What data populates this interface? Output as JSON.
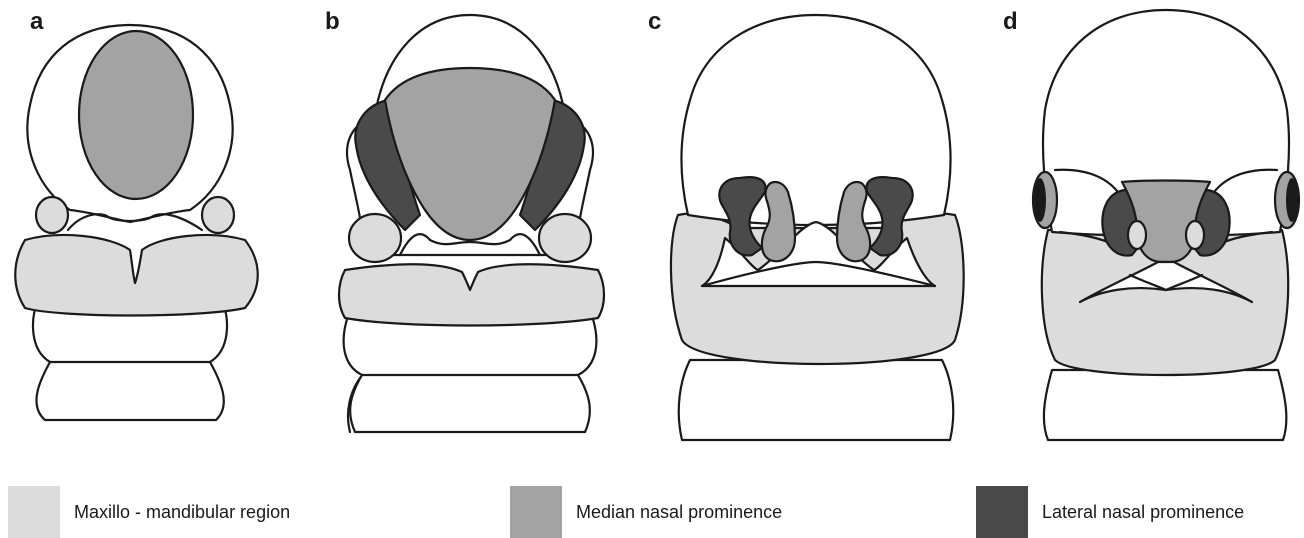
{
  "panels": [
    {
      "label": "a"
    },
    {
      "label": "b"
    },
    {
      "label": "c"
    },
    {
      "label": "d"
    }
  ],
  "legend": [
    {
      "label": "Maxillo - mandibular region",
      "color": "#dcdcdc"
    },
    {
      "label": "Median nasal prominence",
      "color": "#a3a3a3"
    },
    {
      "label": "Lateral nasal prominence",
      "color": "#4a4a4a"
    }
  ],
  "colors": {
    "maxillo_mandibular": "#dcdcdc",
    "median_nasal": "#a3a3a3",
    "lateral_nasal": "#4a4a4a",
    "outline": "#1a1a1a",
    "background": "#ffffff"
  }
}
